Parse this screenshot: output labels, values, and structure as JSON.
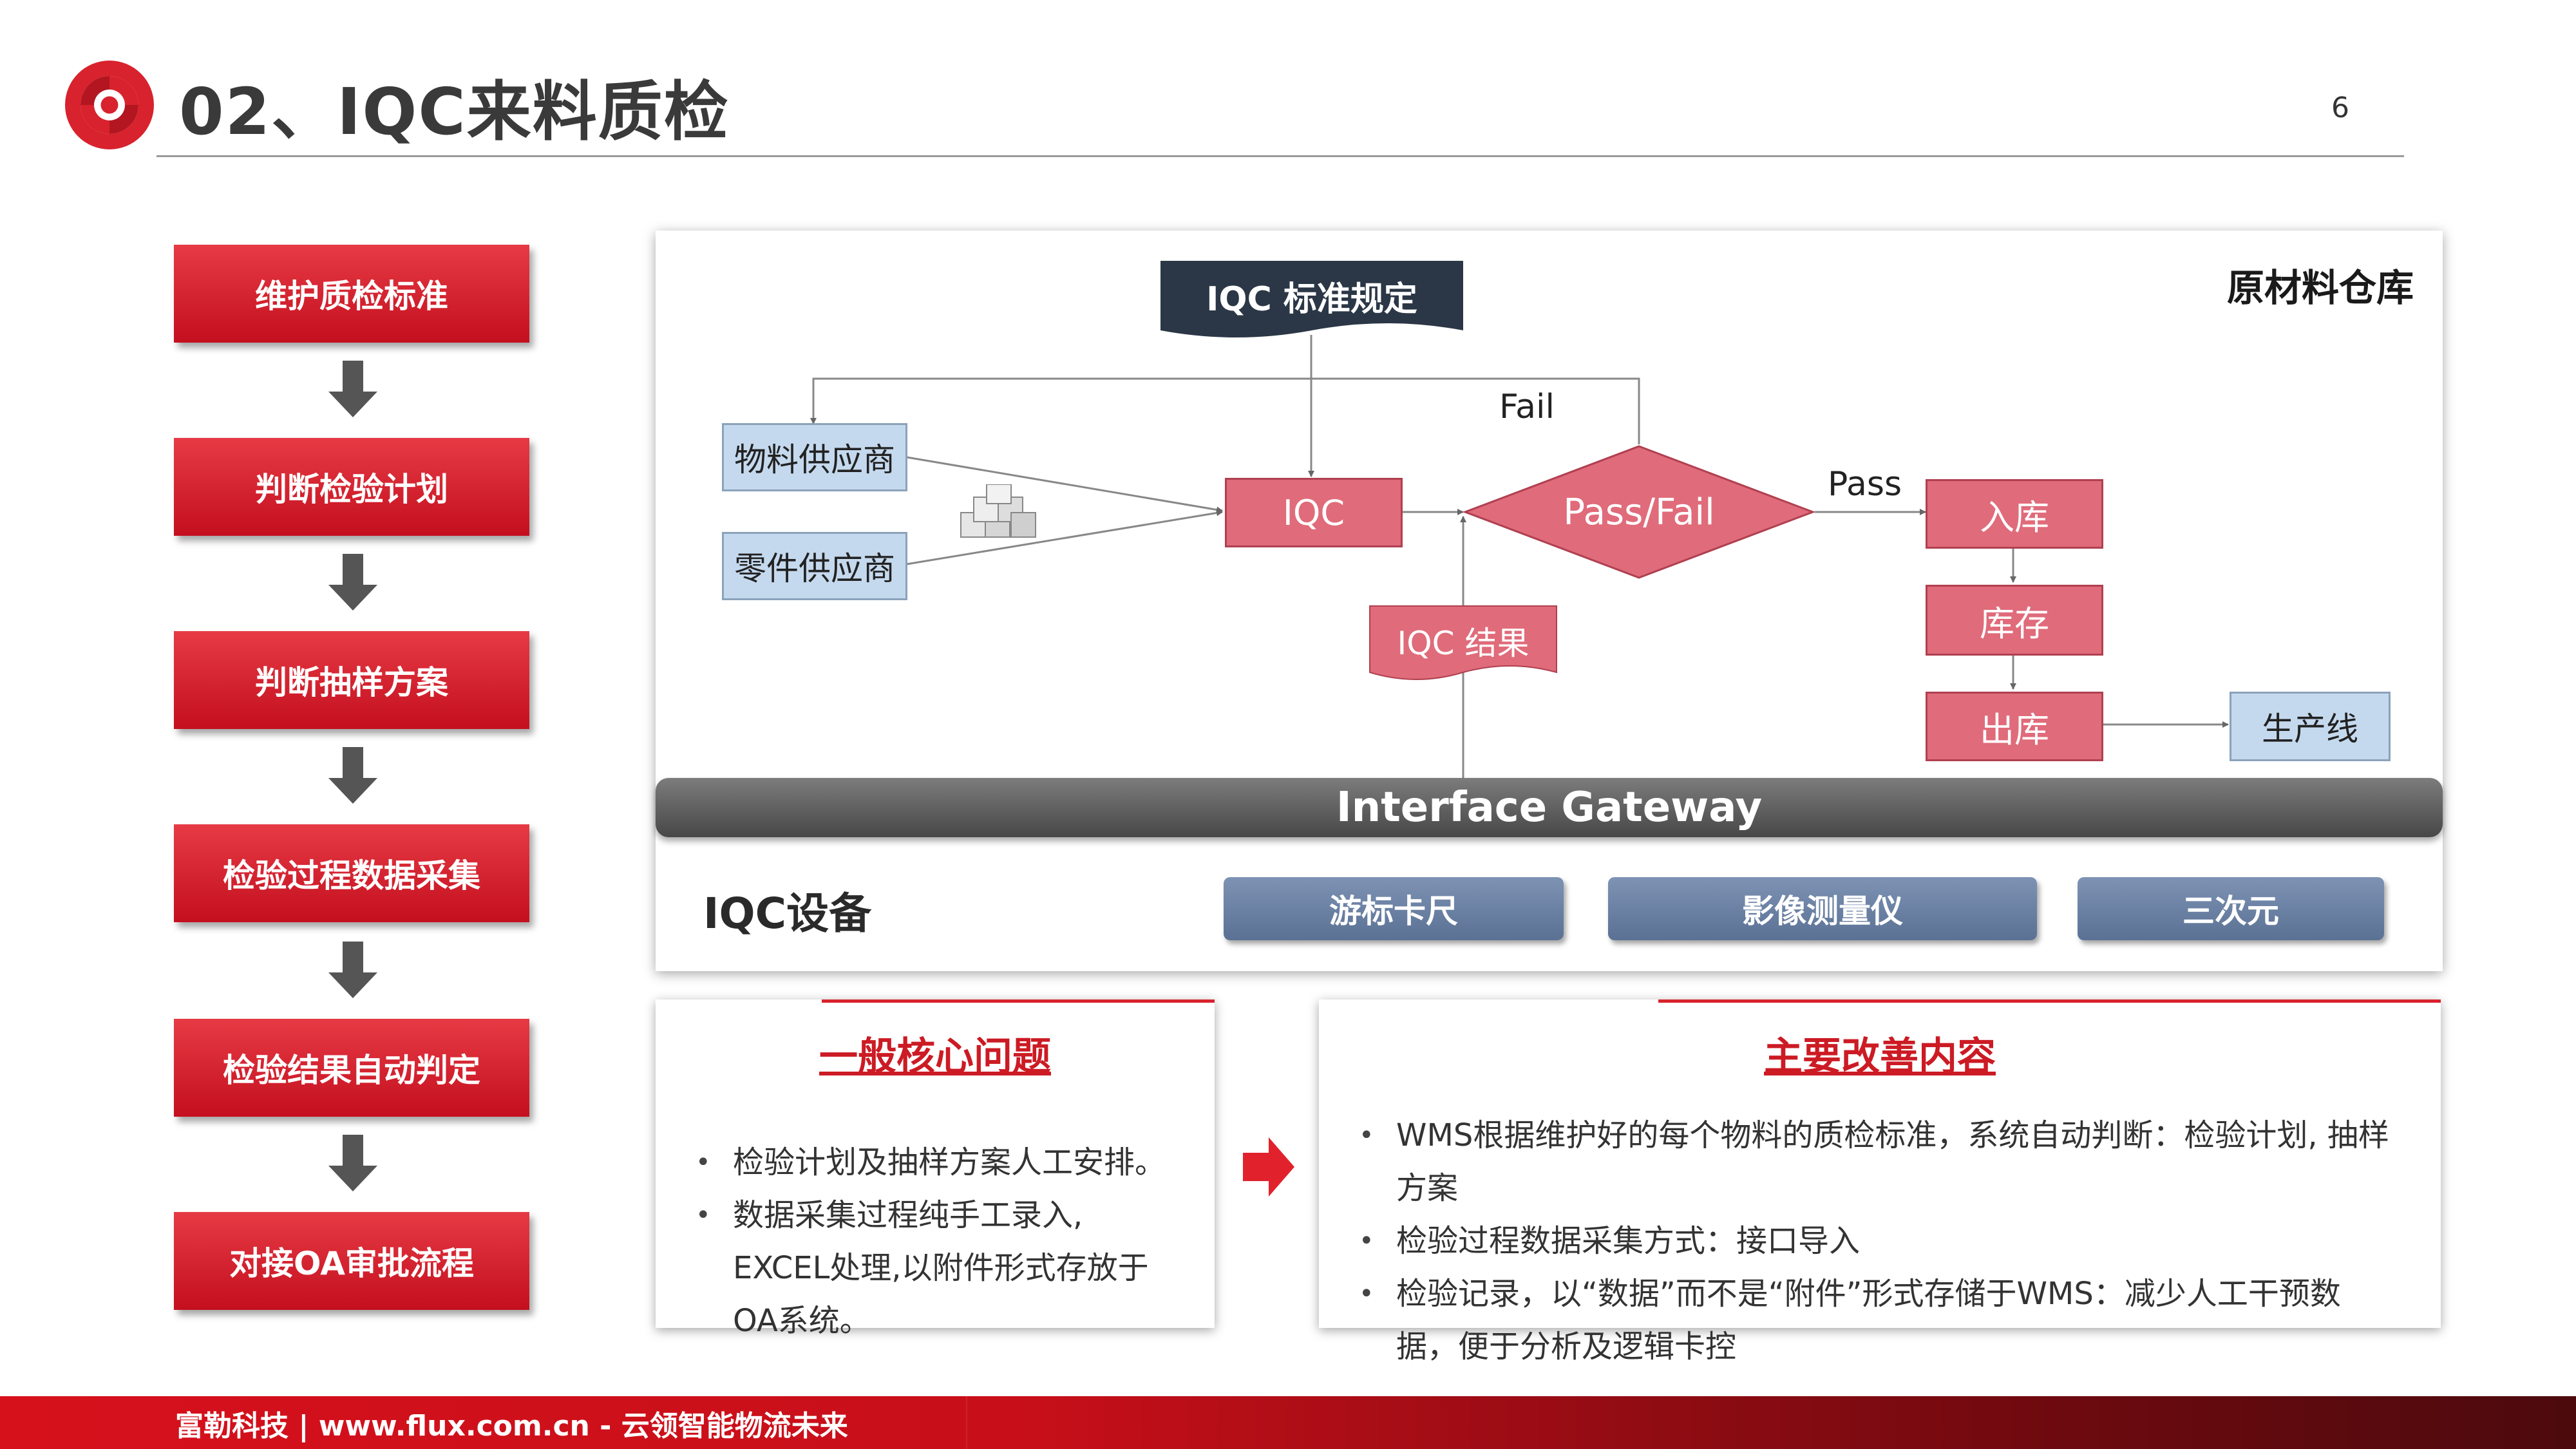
{
  "header": {
    "title": "02、IQC来料质检",
    "page_number": "6"
  },
  "steps": [
    "维护质检标准",
    "判断检验计划",
    "判断抽样方案",
    "检验过程数据采集",
    "检验结果自动判定",
    "对接OA审批流程"
  ],
  "diagram": {
    "warehouse_label": "原材料仓库",
    "standard": "IQC  标准规定",
    "supplier_material": "物料供应商",
    "supplier_parts": "零件供应商",
    "iqc": "IQC",
    "decision": "Pass/Fail",
    "fail_label": "Fail",
    "pass_label": "Pass",
    "result": "IQC 结果",
    "stock_in": "入库",
    "inventory": "库存",
    "stock_out": "出库",
    "production_line": "生产线",
    "gateway": "Interface Gateway",
    "devices_label": "IQC设备",
    "devices": [
      "游标卡尺",
      "影像测量仪",
      "三次元"
    ]
  },
  "issues": {
    "title": "一般核心问题",
    "items": [
      "检验计划及抽样方案人工安排。",
      "数据采集过程纯手工录入, EXCEL处理,以附件形式存放于OA系统。"
    ]
  },
  "improvements": {
    "title": "主要改善内容",
    "items": [
      "WMS根据维护好的每个物料的质检标准，系统自动判断：检验计划, 抽样方案",
      "检验过程数据采集方式：接口导入",
      "检验记录，以“数据”而不是“附件”形式存储于WMS：减少人工干预数据，便于分析及逻辑卡控"
    ]
  },
  "footer": {
    "text": "富勒科技 | www.flux.com.cn  -  云领智能物流未来"
  },
  "colors": {
    "brand_red": "#d6111c",
    "flow_pink": "#e06b7a",
    "supplier_blue": "#c5d9ee",
    "device_blue": "#5a7194",
    "standard_navy": "#2b3746"
  }
}
